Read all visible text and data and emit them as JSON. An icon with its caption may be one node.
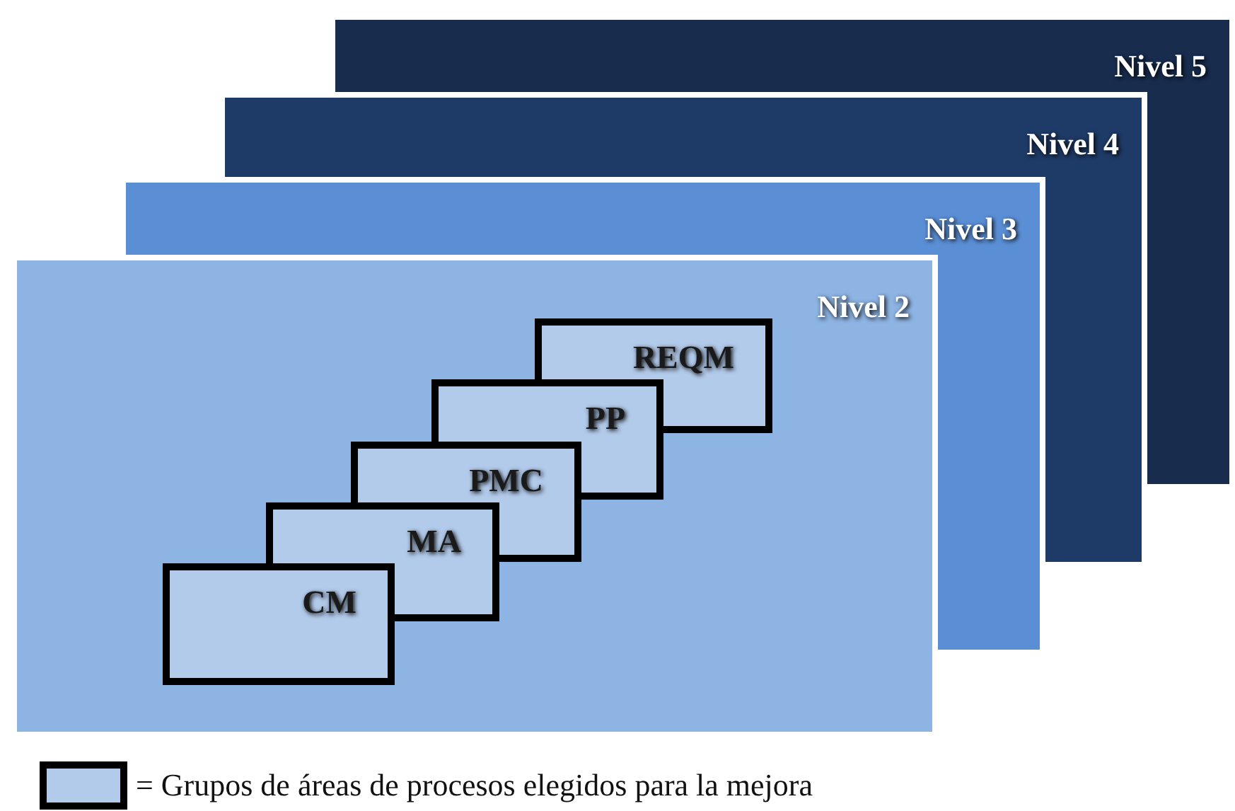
{
  "diagram": {
    "nodes": [
      {
        "text": [
          "Nivel 5"
        ]
      },
      {
        "text": [
          "Nivel 4"
        ]
      },
      {
        "text": [
          "Nivel 3"
        ]
      },
      {
        "text": [
          "Nivel 2"
        ]
      },
      {
        "text": [
          "REQM"
        ],
        "in": 3
      },
      {
        "text": [
          "PP"
        ],
        "in": 3
      },
      {
        "text": [
          "PMC"
        ],
        "in": 3
      },
      {
        "text": [
          "MA"
        ],
        "in": 3
      },
      {
        "text": [
          "CM"
        ],
        "in": 3
      }
    ],
    "legend": [
      {
        "text": "= Grupos de áreas de procesos elegidos para la mejora",
        "color": "#b3cbeb"
      }
    ]
  }
}
